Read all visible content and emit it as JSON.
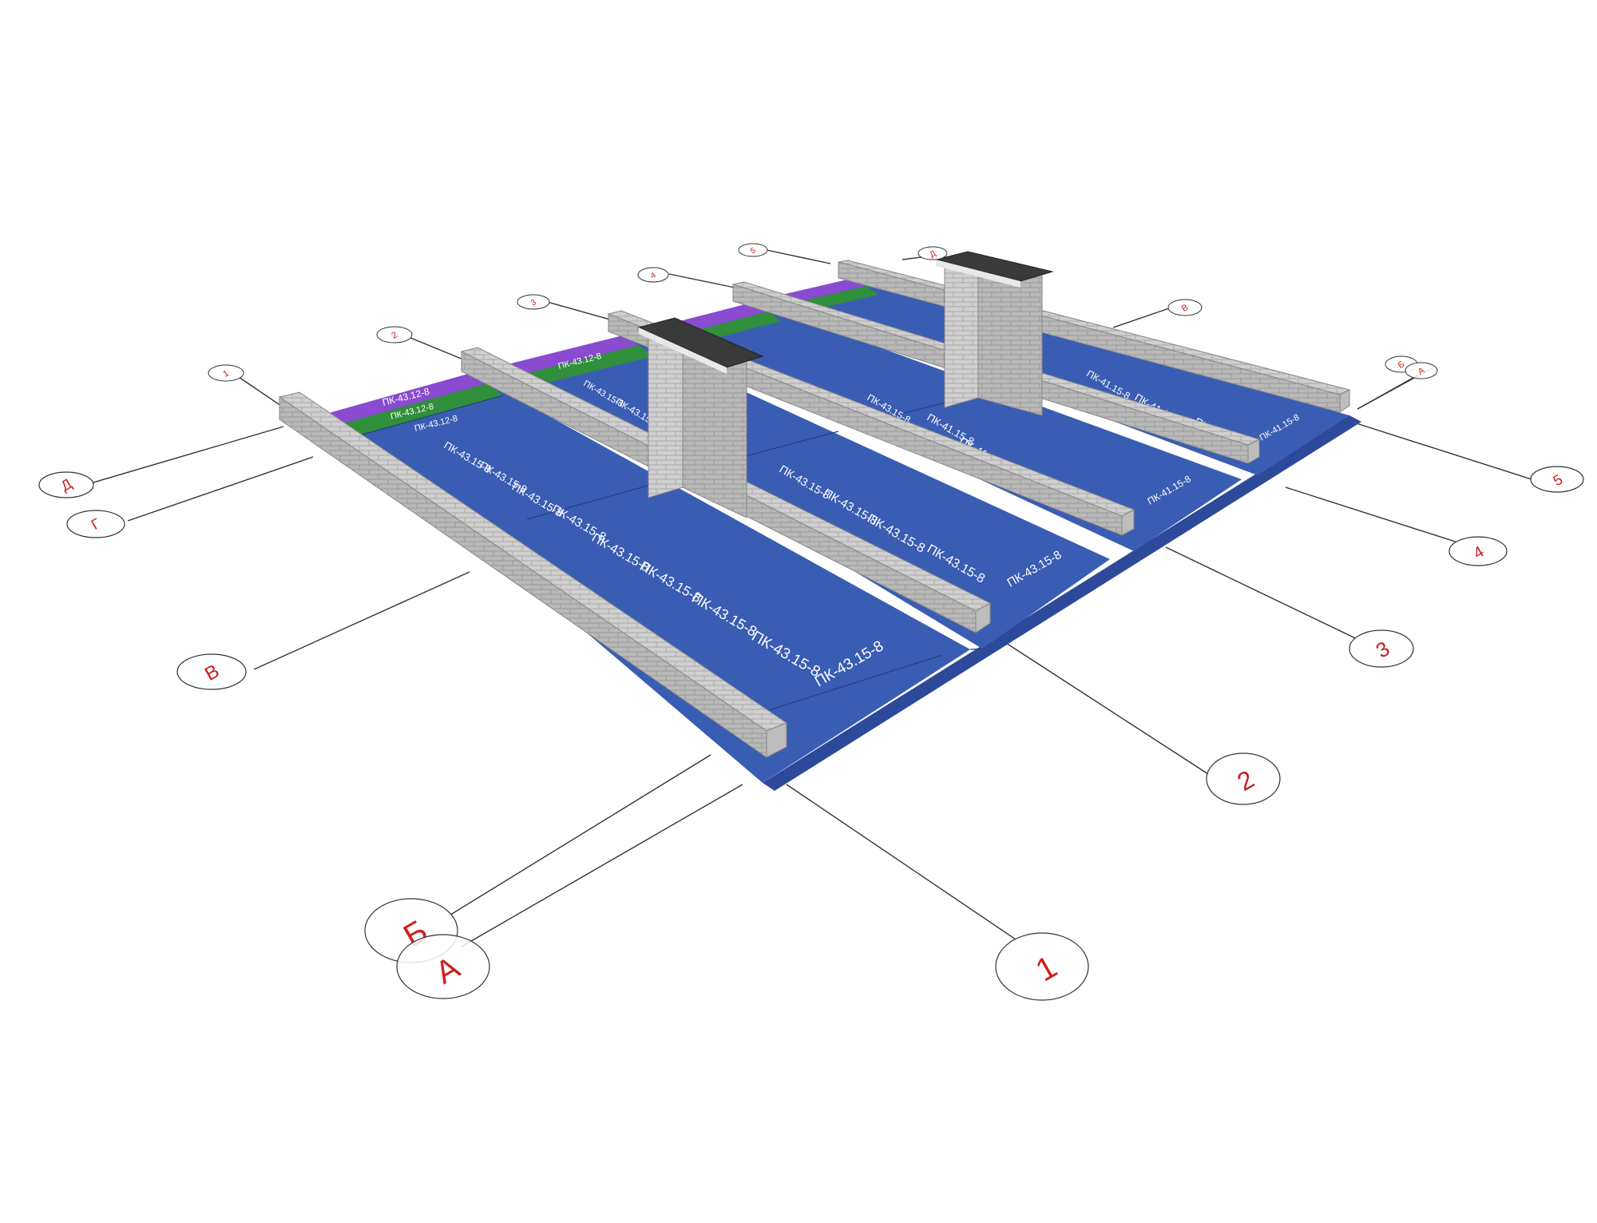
{
  "colors": {
    "slab": "#3a5db4",
    "slab_edge": "#2c4a99",
    "purple_strip": "#8a4bd0",
    "green_strip": "#2f8f3a",
    "brick_face": "#c9c9c9",
    "brick_top": "#e6e6e6",
    "axis_text": "#cc1f1f"
  },
  "axes_letters": {
    "D": "Д",
    "G": "Г",
    "V": "В",
    "B": "Б",
    "A": "А"
  },
  "axes_numbers": {
    "n1": "1",
    "n2": "2",
    "n3": "3",
    "n4": "4",
    "n5": "5"
  },
  "back_markers": {
    "b1": "1",
    "b2": "2",
    "b3": "3",
    "b4": "4",
    "b5": "5",
    "bD": "Д",
    "bV": "В",
    "bB": "Б",
    "bA": "А"
  },
  "slab_labels": {
    "main": "ПК-43.15-8",
    "narrow": "ПК-43.12-8",
    "short": "ПК-41.15-8"
  },
  "icons": {
    "chimney": "brick-chimney-icon",
    "wall": "brick-wall-icon"
  }
}
